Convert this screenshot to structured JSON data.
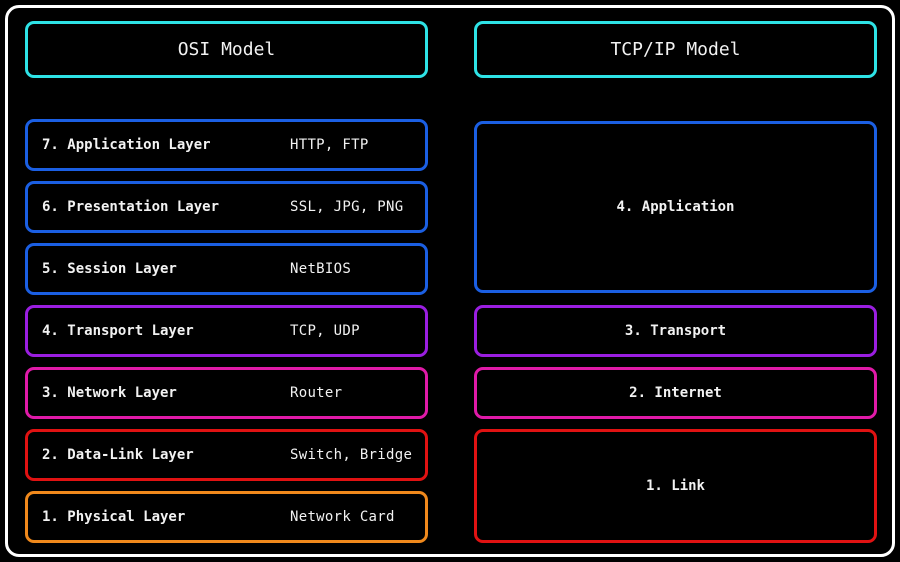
{
  "colors": {
    "frame": "#ffffff",
    "header": "#2ee3e6",
    "blue": "#1b5fe3",
    "purple": "#9a1ee0",
    "pink": "#e01aa8",
    "red": "#e01212",
    "orange": "#f0891c"
  },
  "osi": {
    "title": "OSI Model",
    "layers": [
      {
        "label": "7. Application Layer",
        "protocols": "HTTP, FTP",
        "color": "#1b5fe3"
      },
      {
        "label": "6. Presentation Layer",
        "protocols": "SSL, JPG, PNG",
        "color": "#1b5fe3"
      },
      {
        "label": "5. Session Layer",
        "protocols": "NetBIOS",
        "color": "#1b5fe3"
      },
      {
        "label": "4. Transport Layer",
        "protocols": "TCP, UDP",
        "color": "#9a1ee0"
      },
      {
        "label": "3. Network Layer",
        "protocols": "Router",
        "color": "#e01aa8"
      },
      {
        "label": "2. Data-Link Layer",
        "protocols": "Switch, Bridge",
        "color": "#e01212"
      },
      {
        "label": "1. Physical Layer",
        "protocols": "Network Card",
        "color": "#f0891c"
      }
    ]
  },
  "tcpip": {
    "title": "TCP/IP Model",
    "layers": [
      {
        "label": "4. Application",
        "color": "#1b5fe3"
      },
      {
        "label": "3. Transport",
        "color": "#9a1ee0"
      },
      {
        "label": "2. Internet",
        "color": "#e01aa8"
      },
      {
        "label": "1. Link",
        "color": "#e01212"
      }
    ]
  }
}
